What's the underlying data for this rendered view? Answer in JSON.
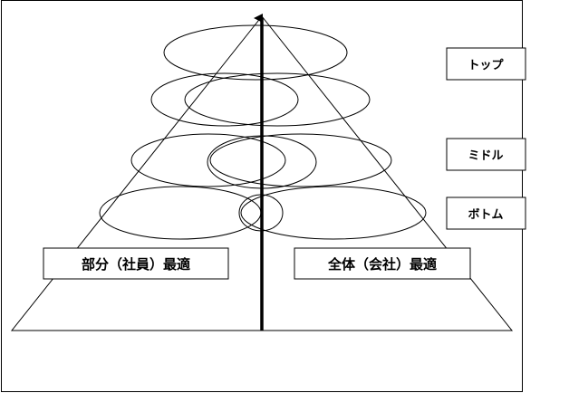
{
  "levels": {
    "top": "トップ",
    "middle": "ミドル",
    "bottom": "ボトム"
  },
  "labels": {
    "partial": "部分（社員）最適",
    "overall": "全体（会社）最適"
  }
}
